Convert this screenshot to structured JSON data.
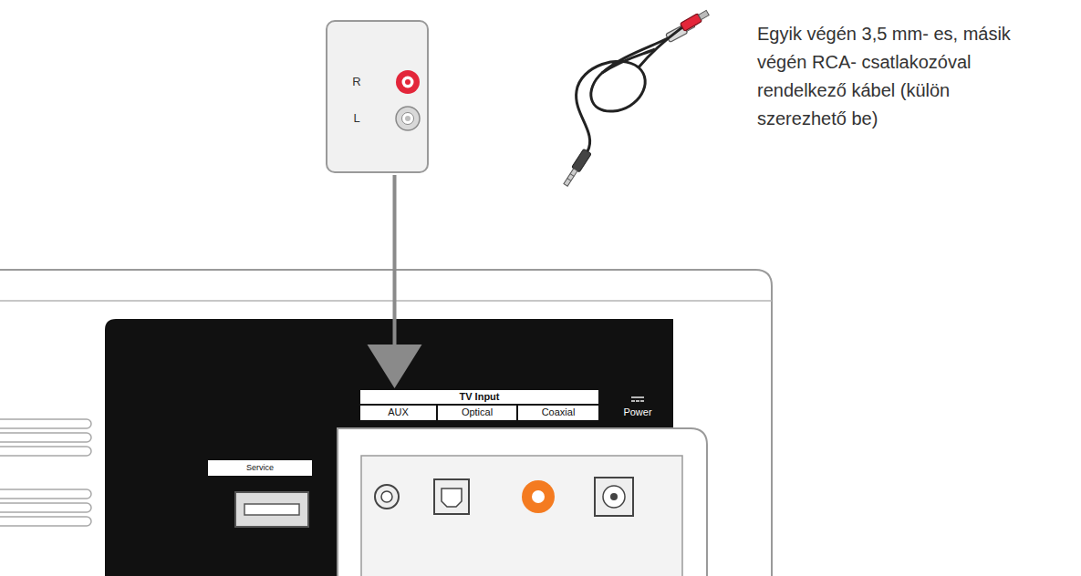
{
  "diagram": {
    "nodes": [
      {
        "text": [
          "R",
          "L"
        ]
      },
      {
        "text": [
          "TV Input"
        ]
      },
      {
        "text": [
          "AUX"
        ],
        "in": 1
      },
      {
        "text": [
          "Optical"
        ],
        "in": 1
      },
      {
        "text": [
          "Coaxial"
        ],
        "in": 1
      }
    ],
    "edges": [
      {
        "from": 0,
        "to": 1,
        "arrow": "to"
      }
    ],
    "labels": [
      "Egyik végén 3,5 mm- es, másik végén RCA- csatlakozóval rendelkező kábel (külön szerezhető be)",
      "Service",
      "Power"
    ]
  }
}
